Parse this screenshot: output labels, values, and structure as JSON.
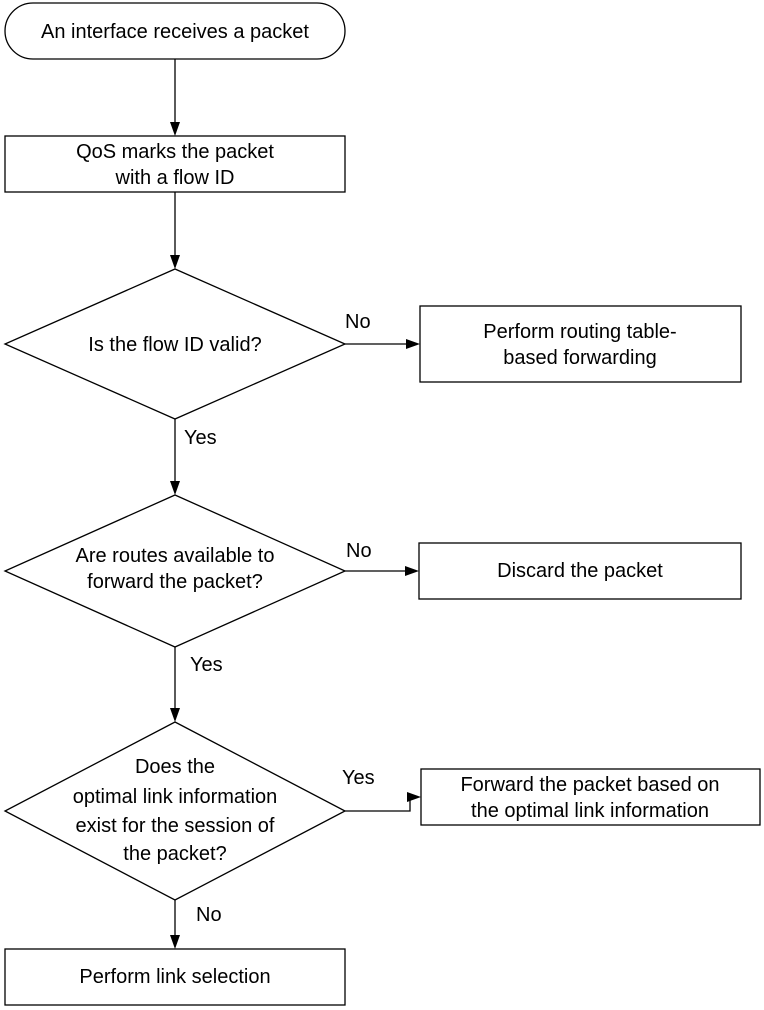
{
  "nodes": {
    "start": {
      "lines": [
        "An interface receives a packet"
      ]
    },
    "qos_mark": {
      "lines": [
        "QoS marks the packet",
        "with a flow ID"
      ]
    },
    "flow_valid": {
      "lines": [
        "Is the flow ID valid?"
      ]
    },
    "routing_forward": {
      "lines": [
        "Perform routing table-",
        "based forwarding"
      ]
    },
    "routes_available": {
      "lines": [
        "Are routes available to",
        "forward the packet?"
      ]
    },
    "discard": {
      "lines": [
        "Discard the packet"
      ]
    },
    "optimal_exists": {
      "lines": [
        "Does the",
        "optimal link information",
        "exist for the session of",
        "the packet?"
      ]
    },
    "forward_optimal": {
      "lines": [
        "Forward the packet based on",
        "the optimal link information"
      ]
    },
    "link_selection": {
      "lines": [
        "Perform link selection"
      ]
    }
  },
  "edges": {
    "flow_valid_no": "No",
    "flow_valid_yes": "Yes",
    "routes_no": "No",
    "routes_yes": "Yes",
    "optimal_yes": "Yes",
    "optimal_no": "No"
  }
}
